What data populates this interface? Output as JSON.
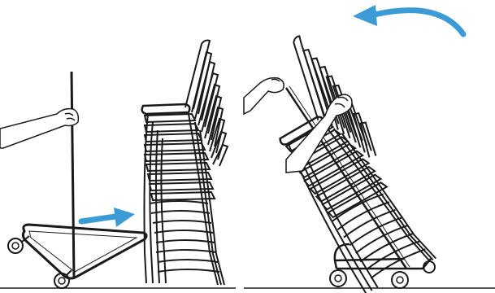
{
  "colors": {
    "arrow": "#3b9bd6",
    "line": "#1a1a1a",
    "skin": "#ffffff",
    "background": "#ffffff"
  },
  "panels": [
    {
      "name": "left-panel",
      "step": "roll-trolley-under-stack",
      "arrow": "arrow-right-icon"
    },
    {
      "name": "right-panel",
      "step": "tilt-stack-back-onto-trolley",
      "arrow": "curved-arrow-left-icon"
    }
  ]
}
